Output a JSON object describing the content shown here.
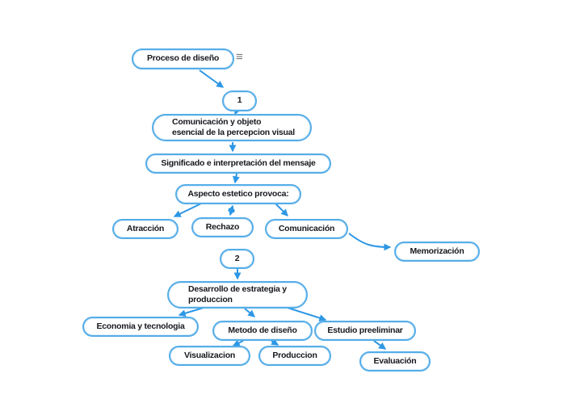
{
  "canvas": {
    "background_color": "#ffffff"
  },
  "style": {
    "node_border_color": "#55ade7",
    "node_fill_color": "#ffffff",
    "connector_color": "#2d97e5",
    "text_color": "#17191e",
    "menu_icon_color": "#7a7a7a"
  },
  "icons": {
    "node_menu": "≡"
  },
  "mindmap": {
    "nodes": [
      {
        "id": "proceso",
        "label": "Proceso de diseño"
      },
      {
        "id": "step-1",
        "label": "1"
      },
      {
        "id": "comunicacion-objeto",
        "label": "Comunicación y objeto\nesencial de la percepcion visual"
      },
      {
        "id": "significado",
        "label": "Significado e interpretación del mensaje"
      },
      {
        "id": "aspecto-estetico",
        "label": "Aspecto estetico provoca:"
      },
      {
        "id": "atraccion",
        "label": "Atracción"
      },
      {
        "id": "rechazo",
        "label": "Rechazo"
      },
      {
        "id": "comunicacion",
        "label": "Comunicación"
      },
      {
        "id": "memorizacion",
        "label": "Memorización"
      },
      {
        "id": "step-2",
        "label": "2"
      },
      {
        "id": "desarrollo",
        "label": "Desarrollo de estrategia y\nproduccion"
      },
      {
        "id": "economia",
        "label": "Economia y tecnologia"
      },
      {
        "id": "metodo",
        "label": "Metodo de diseño"
      },
      {
        "id": "estudio",
        "label": "Estudio preeliminar"
      },
      {
        "id": "visualizacion",
        "label": "Visualizacion"
      },
      {
        "id": "produccion",
        "label": "Produccion"
      },
      {
        "id": "evaluacion",
        "label": "Evaluación"
      }
    ],
    "connections": [
      {
        "from": "proceso",
        "to": "step-1"
      },
      {
        "from": "step-1",
        "to": "comunicacion-objeto"
      },
      {
        "from": "comunicacion-objeto",
        "to": "significado"
      },
      {
        "from": "significado",
        "to": "aspecto-estetico"
      },
      {
        "from": "aspecto-estetico",
        "to": "atraccion"
      },
      {
        "from": "aspecto-estetico",
        "to": "rechazo",
        "bidirectional": true
      },
      {
        "from": "aspecto-estetico",
        "to": "comunicacion"
      },
      {
        "from": "comunicacion",
        "to": "memorizacion"
      },
      {
        "from": "step-2",
        "to": "desarrollo"
      },
      {
        "from": "desarrollo",
        "to": "economia"
      },
      {
        "from": "desarrollo",
        "to": "metodo"
      },
      {
        "from": "desarrollo",
        "to": "estudio"
      },
      {
        "from": "metodo",
        "to": "visualizacion"
      },
      {
        "from": "metodo",
        "to": "produccion"
      },
      {
        "from": "estudio",
        "to": "evaluacion"
      }
    ]
  }
}
